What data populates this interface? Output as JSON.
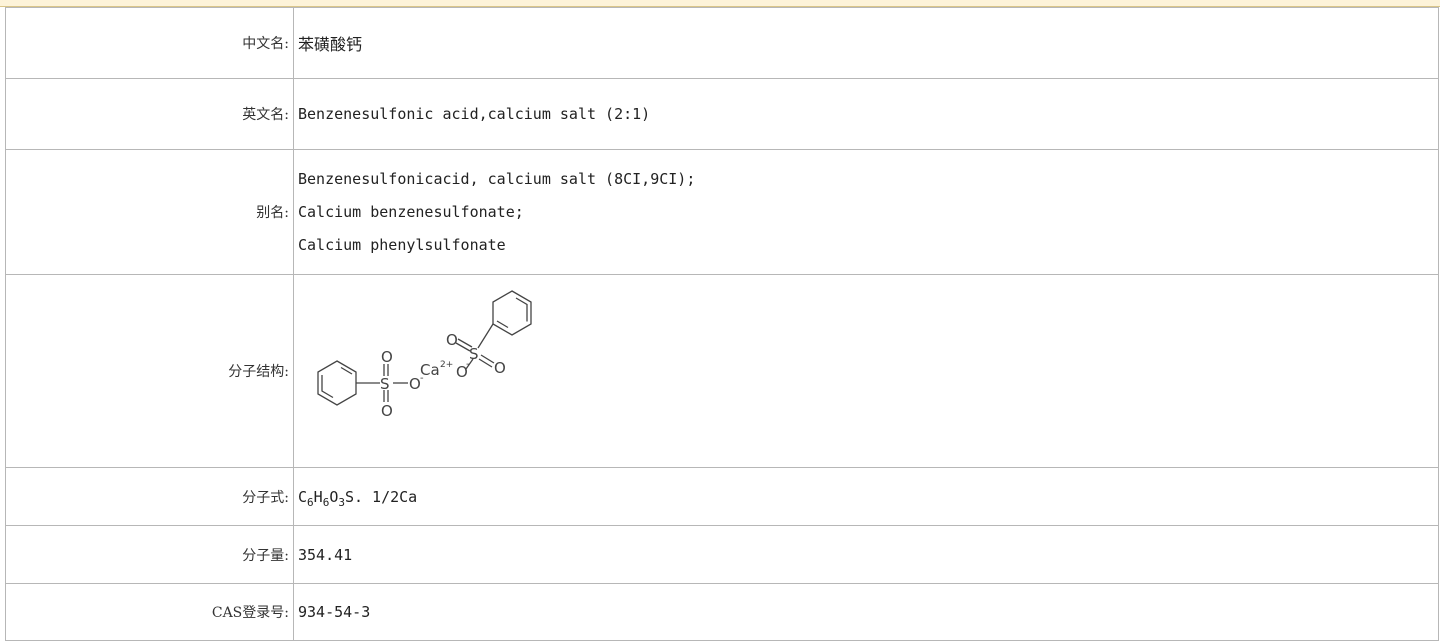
{
  "rows": {
    "chinese_name": {
      "label": "中文名:",
      "value": "苯磺酸钙"
    },
    "english_name": {
      "label": "英文名:",
      "value": "Benzenesulfonic acid,calcium salt (2:1)"
    },
    "aliases": {
      "label": "别名:",
      "values": [
        "Benzenesulfonicacid, calcium salt (8CI,9CI);",
        "Calcium benzenesulfonate;",
        "Calcium phenylsulfonate"
      ]
    },
    "structure": {
      "label": "分子结构:",
      "atoms": {
        "o_top": "O",
        "s_top": "S",
        "o_top_right": "O",
        "ca": "Ca",
        "ca_charge": "2+",
        "o_link": "O",
        "o_link_charge": "-",
        "o_upper": "O",
        "s_lower": "S",
        "o_right": "O",
        "o_right_charge": "-",
        "o_lower": "O"
      }
    },
    "formula": {
      "label": "分子式:",
      "parts": [
        "C",
        "6",
        "H",
        "6",
        "O",
        "3",
        "S. 1/2Ca"
      ]
    },
    "molecular_weight": {
      "label": "分子量:",
      "value": "354.41"
    },
    "cas": {
      "label": "CAS登录号:",
      "value": "934-54-3"
    }
  }
}
